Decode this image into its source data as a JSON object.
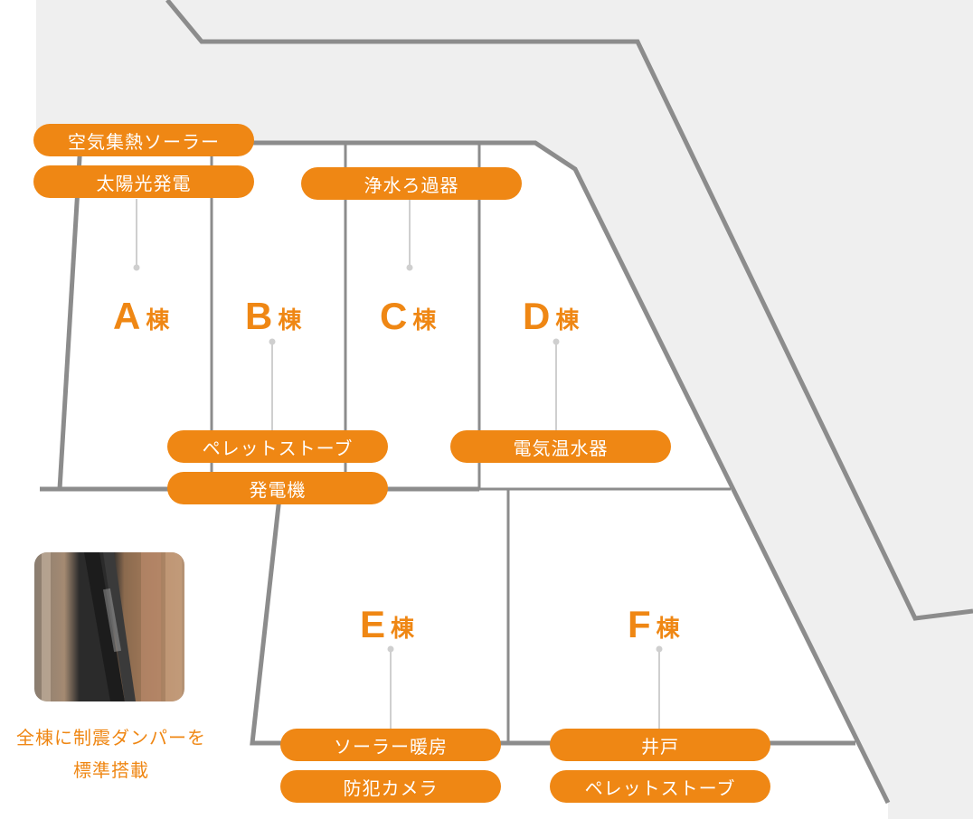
{
  "colors": {
    "accent": "#ef8714",
    "road": "#efefef",
    "line": "#8c8c8c"
  },
  "buildings": [
    {
      "letter": "A",
      "suffix": "棟"
    },
    {
      "letter": "B",
      "suffix": "棟"
    },
    {
      "letter": "C",
      "suffix": "棟"
    },
    {
      "letter": "D",
      "suffix": "棟"
    },
    {
      "letter": "E",
      "suffix": "棟"
    },
    {
      "letter": "F",
      "suffix": "棟"
    }
  ],
  "facilities": {
    "a_top": "空気集熱ソーラー",
    "a_bottom": "太陽光発電",
    "c": "浄水ろ過器",
    "b_top": "ペレットストーブ",
    "b_bottom": "発電機",
    "d": "電気温水器",
    "e_top": "ソーラー暖房",
    "e_bottom": "防犯カメラ",
    "f_top": "井戸",
    "f_bottom": "ペレットストーブ"
  },
  "damper": {
    "photo_icon": "damper-photo",
    "caption_line1": "全棟に制震ダンパーを",
    "caption_line2": "標準搭載"
  }
}
